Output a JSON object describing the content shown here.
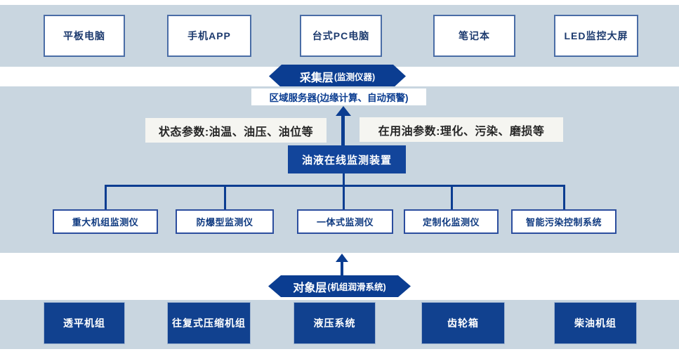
{
  "colors": {
    "band": "#c9d6e0",
    "navy": "#0b3d91",
    "dark_box_fill": "#11418f",
    "oil_box_fill": "#12459b",
    "white_box_border": "#2b4d9e",
    "param_label_bg": "#f5f5f1"
  },
  "display_layer": {
    "devices": [
      "平板电脑",
      "手机APP",
      "台式PC电脑",
      "笔记本",
      "LED监控大屏"
    ]
  },
  "collection_ribbon": {
    "title": "采集层",
    "subtitle": "(监测仪器)"
  },
  "server_box": {
    "label": "区域服务器(边缘计算、自动预警)"
  },
  "params": {
    "left": "状态参数:油温、油压、油位等",
    "right": "在用油参数:理化、污染、磨损等"
  },
  "oil_device": {
    "label": "油液在线监测装置"
  },
  "monitors": [
    "重大机组监测仪",
    "防爆型监测仪",
    "一体式监测仪",
    "定制化监测仪",
    "智能污染控制系统"
  ],
  "object_ribbon": {
    "title": "对象层",
    "subtitle": "(机组润滑系统)"
  },
  "objects": [
    "透平机组",
    "往复式压缩机组",
    "液压系统",
    "齿轮箱",
    "柴油机组"
  ]
}
